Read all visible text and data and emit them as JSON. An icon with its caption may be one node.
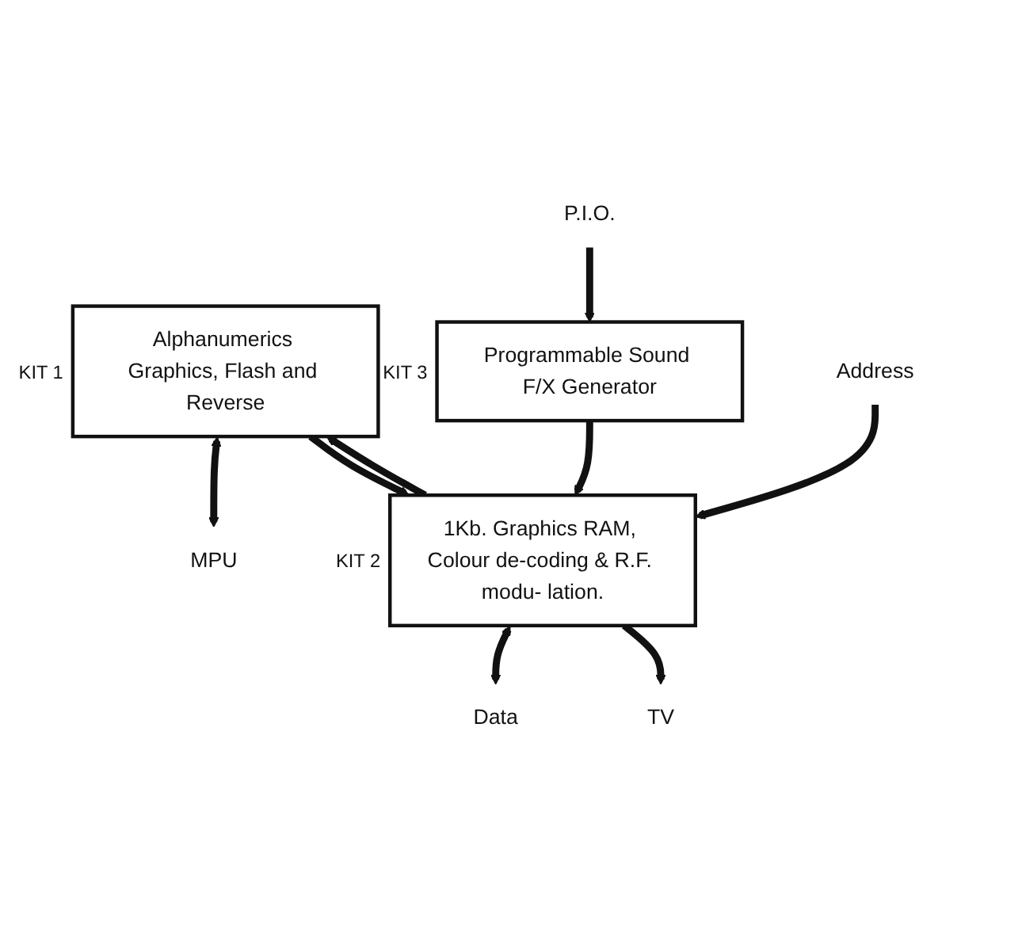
{
  "diagram": {
    "nodes": [
      {
        "text": [
          "Alphanumerics Graphics, Flash and Reverse"
        ],
        "beside": [
          "KIT 1"
        ]
      },
      {
        "text": [
          "1Kb. Graphics RAM, Colour de-coding & R.F. modu- lation."
        ],
        "beside": [
          "KIT 2"
        ]
      },
      {
        "text": [
          "Programmable Sound F/X Generator"
        ],
        "beside": [
          "KIT 3"
        ]
      },
      {
        "text": [
          "MPU"
        ]
      },
      {
        "text": [
          "Data"
        ]
      },
      {
        "text": [
          "Address"
        ]
      },
      {
        "text": [
          "P.I.O."
        ]
      },
      {
        "text": [
          "TV"
        ]
      }
    ],
    "edges": [
      {
        "from": 0,
        "to": 3,
        "arrow": "both"
      },
      {
        "from": 1,
        "to": 0,
        "arrow": "to"
      },
      {
        "from": 0,
        "to": 1,
        "arrow": "to"
      },
      {
        "from": 1,
        "to": 4,
        "arrow": "both"
      },
      {
        "from": 5,
        "to": 1,
        "arrow": "to"
      },
      {
        "from": 1,
        "to": 7,
        "arrow": "to"
      },
      {
        "from": 2,
        "to": 1,
        "arrow": "to"
      },
      {
        "from": 6,
        "to": 2,
        "arrow": "to"
      }
    ]
  }
}
